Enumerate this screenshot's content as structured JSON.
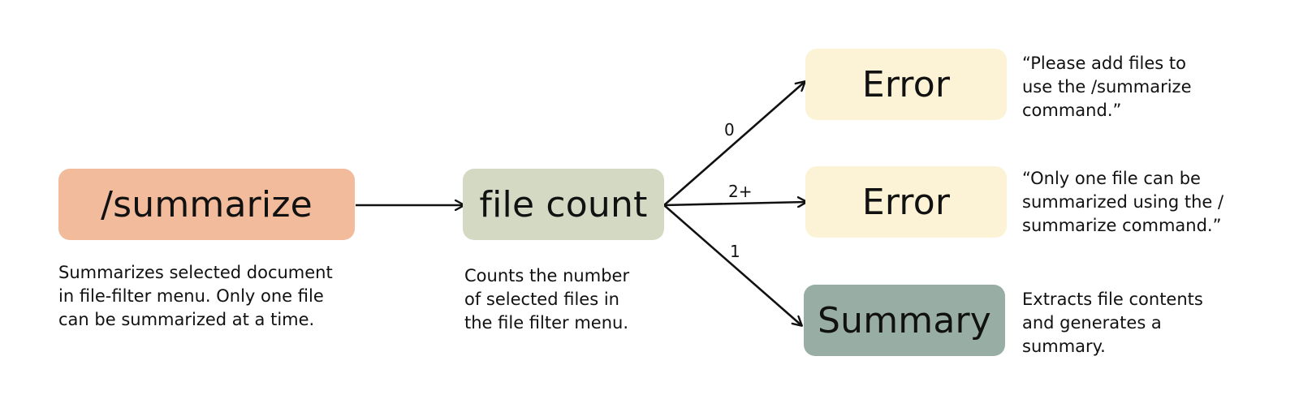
{
  "colors": {
    "summarize_fill": "#F1BB9C",
    "file_count_fill": "#D4D9C4",
    "error_fill": "#FCF3D6",
    "summary_fill": "#98AEA5",
    "arrow": "#111111",
    "text": "#111111"
  },
  "nodes": {
    "summarize": "/summarize",
    "file_count": "file count",
    "error_zero": "Error",
    "error_multi": "Error",
    "summary": "Summary"
  },
  "descriptions": {
    "summarize": [
      "Summarizes selected document",
      "in file-filter menu. Only one file",
      "can be summarized at a time."
    ],
    "file_count": [
      "Counts the number",
      "of selected files in",
      "the file filter menu."
    ],
    "error_zero": [
      "“Please add files to",
      "use the /summarize",
      "command.”"
    ],
    "error_multi": [
      "“Only one file can be",
      "summarized using the /",
      "summarize command.”"
    ],
    "summary": [
      "Extracts file contents",
      "and generates a",
      "summary."
    ]
  },
  "edges": {
    "zero": "0",
    "multi": "2+",
    "one": "1"
  }
}
